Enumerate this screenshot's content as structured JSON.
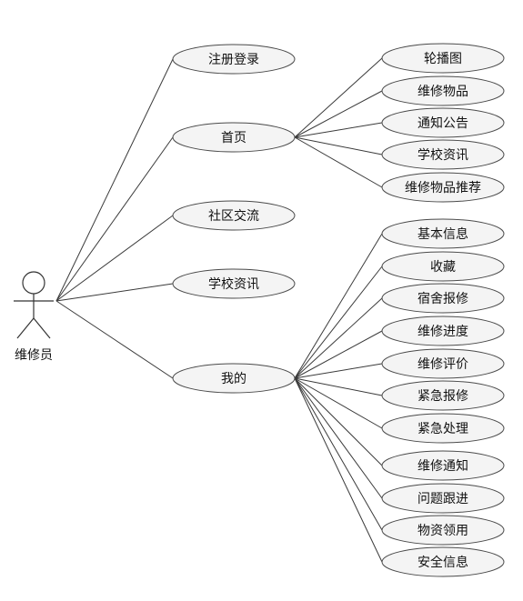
{
  "actor": {
    "label": "维修员"
  },
  "use_cases": [
    {
      "id": "register-login",
      "label": "注册登录"
    },
    {
      "id": "home",
      "label": "首页",
      "children": [
        {
          "id": "carousel",
          "label": "轮播图"
        },
        {
          "id": "repair-items",
          "label": "维修物品"
        },
        {
          "id": "notices",
          "label": "通知公告"
        },
        {
          "id": "school-news-home",
          "label": "学校资讯"
        },
        {
          "id": "repair-item-recommend",
          "label": "维修物品推荐"
        }
      ]
    },
    {
      "id": "community",
      "label": "社区交流"
    },
    {
      "id": "school-news",
      "label": "学校资讯"
    },
    {
      "id": "mine",
      "label": "我的",
      "children": [
        {
          "id": "basic-info",
          "label": "基本信息"
        },
        {
          "id": "favorites",
          "label": "收藏"
        },
        {
          "id": "dorm-repair",
          "label": "宿舍报修"
        },
        {
          "id": "repair-progress",
          "label": "维修进度"
        },
        {
          "id": "repair-review",
          "label": "维修评价"
        },
        {
          "id": "urgent-repair",
          "label": "紧急报修"
        },
        {
          "id": "urgent-handling",
          "label": "紧急处理"
        },
        {
          "id": "repair-notice",
          "label": "维修通知"
        },
        {
          "id": "issue-tracking",
          "label": "问题跟进"
        },
        {
          "id": "material-requisition",
          "label": "物资领用"
        },
        {
          "id": "safety-info",
          "label": "安全信息"
        }
      ]
    }
  ],
  "colors": {
    "ellipse_fill": "#f4f4f4",
    "ellipse_stroke": "#4a4a4a",
    "line": "#3a3a3a"
  }
}
